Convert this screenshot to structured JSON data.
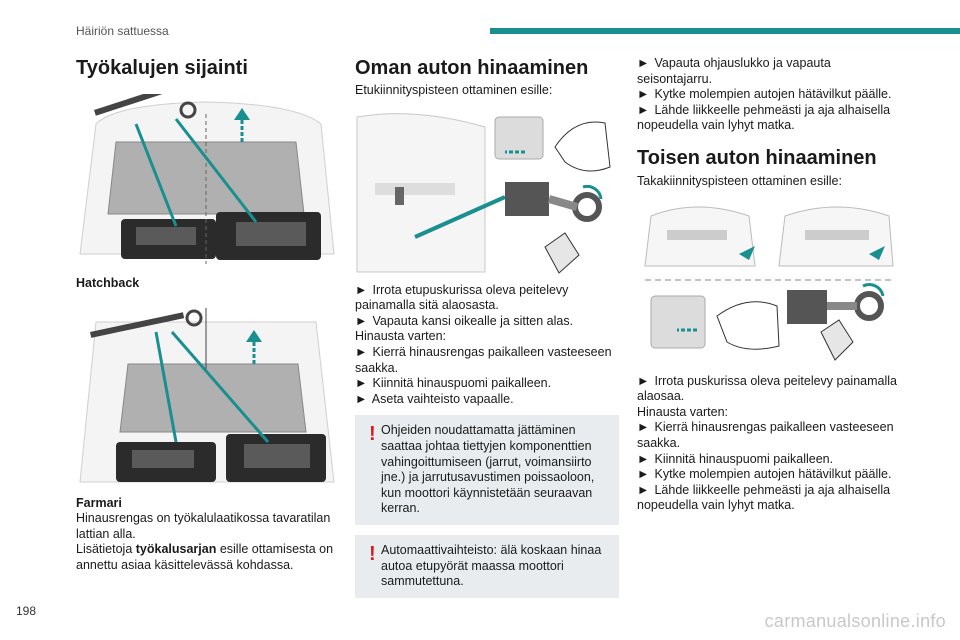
{
  "header": {
    "section": "Häiriön sattuessa",
    "accent_color": "#1a8f8f"
  },
  "page_number": "198",
  "watermark": "carmanualsonline.info",
  "col1": {
    "title": "Työkalujen sijainti",
    "caption_hatchback": "Hatchback",
    "caption_farmari": "Farmari",
    "text1": "Hinausrengas on työkalulaatikossa tavaratilan lattian alla.",
    "text2_pre": "Lisätietoja ",
    "text2_bold": "työkalusarjan",
    "text2_post": " esille ottamisesta on annettu asiaa käsittelevässä kohdassa."
  },
  "col2": {
    "title": "Oman auton hinaaminen",
    "intro": "Etukiinnityspisteen ottaminen esille:",
    "bullets": [
      "Irrota etupuskurissa oleva peitelevy painamalla sitä alaosasta.",
      "Vapauta kansi oikealle ja sitten alas."
    ],
    "towing_label": "Hinausta varten:",
    "bullets2": [
      "Kierrä hinausrengas paikalleen vasteeseen saakka.",
      "Kiinnitä hinauspuomi paikalleen.",
      "Aseta vaihteisto vapaalle."
    ],
    "note1": "Ohjeiden noudattamatta jättäminen saattaa johtaa tiettyjen komponenttien vahingoittumiseen (jarrut, voimansiirto jne.) ja jarrutusavustimen poissaoloon, kun moottori käynnistetään seuraavan kerran.",
    "note2": "Automaattivaihteisto: älä koskaan hinaa autoa etupyörät maassa moottori sammutettuna.",
    "warning_mark": "!"
  },
  "col3": {
    "bullets_top": [
      "Vapauta ohjauslukko ja vapauta seisontajarru.",
      "Kytke molempien autojen hätävilkut päälle.",
      "Lähde liikkeelle pehmeästi ja aja alhaisella nopeudella vain lyhyt matka."
    ],
    "title": "Toisen auton hinaaminen",
    "intro": "Takakiinnityspisteen ottaminen esille:",
    "bullet_remove": "Irrota puskurissa oleva peitelevy painamalla alaosaa.",
    "towing_label": "Hinausta varten:",
    "bullets2": [
      "Kierrä hinausrengas paikalleen vasteeseen saakka.",
      "Kiinnitä hinauspuomi paikalleen.",
      "Kytke molempien autojen hätävilkut päälle.",
      "Lähde liikkeelle pehmeästi ja aja alhaisella nopeudella vain lyhyt matka."
    ]
  },
  "bullet_glyph": "►"
}
